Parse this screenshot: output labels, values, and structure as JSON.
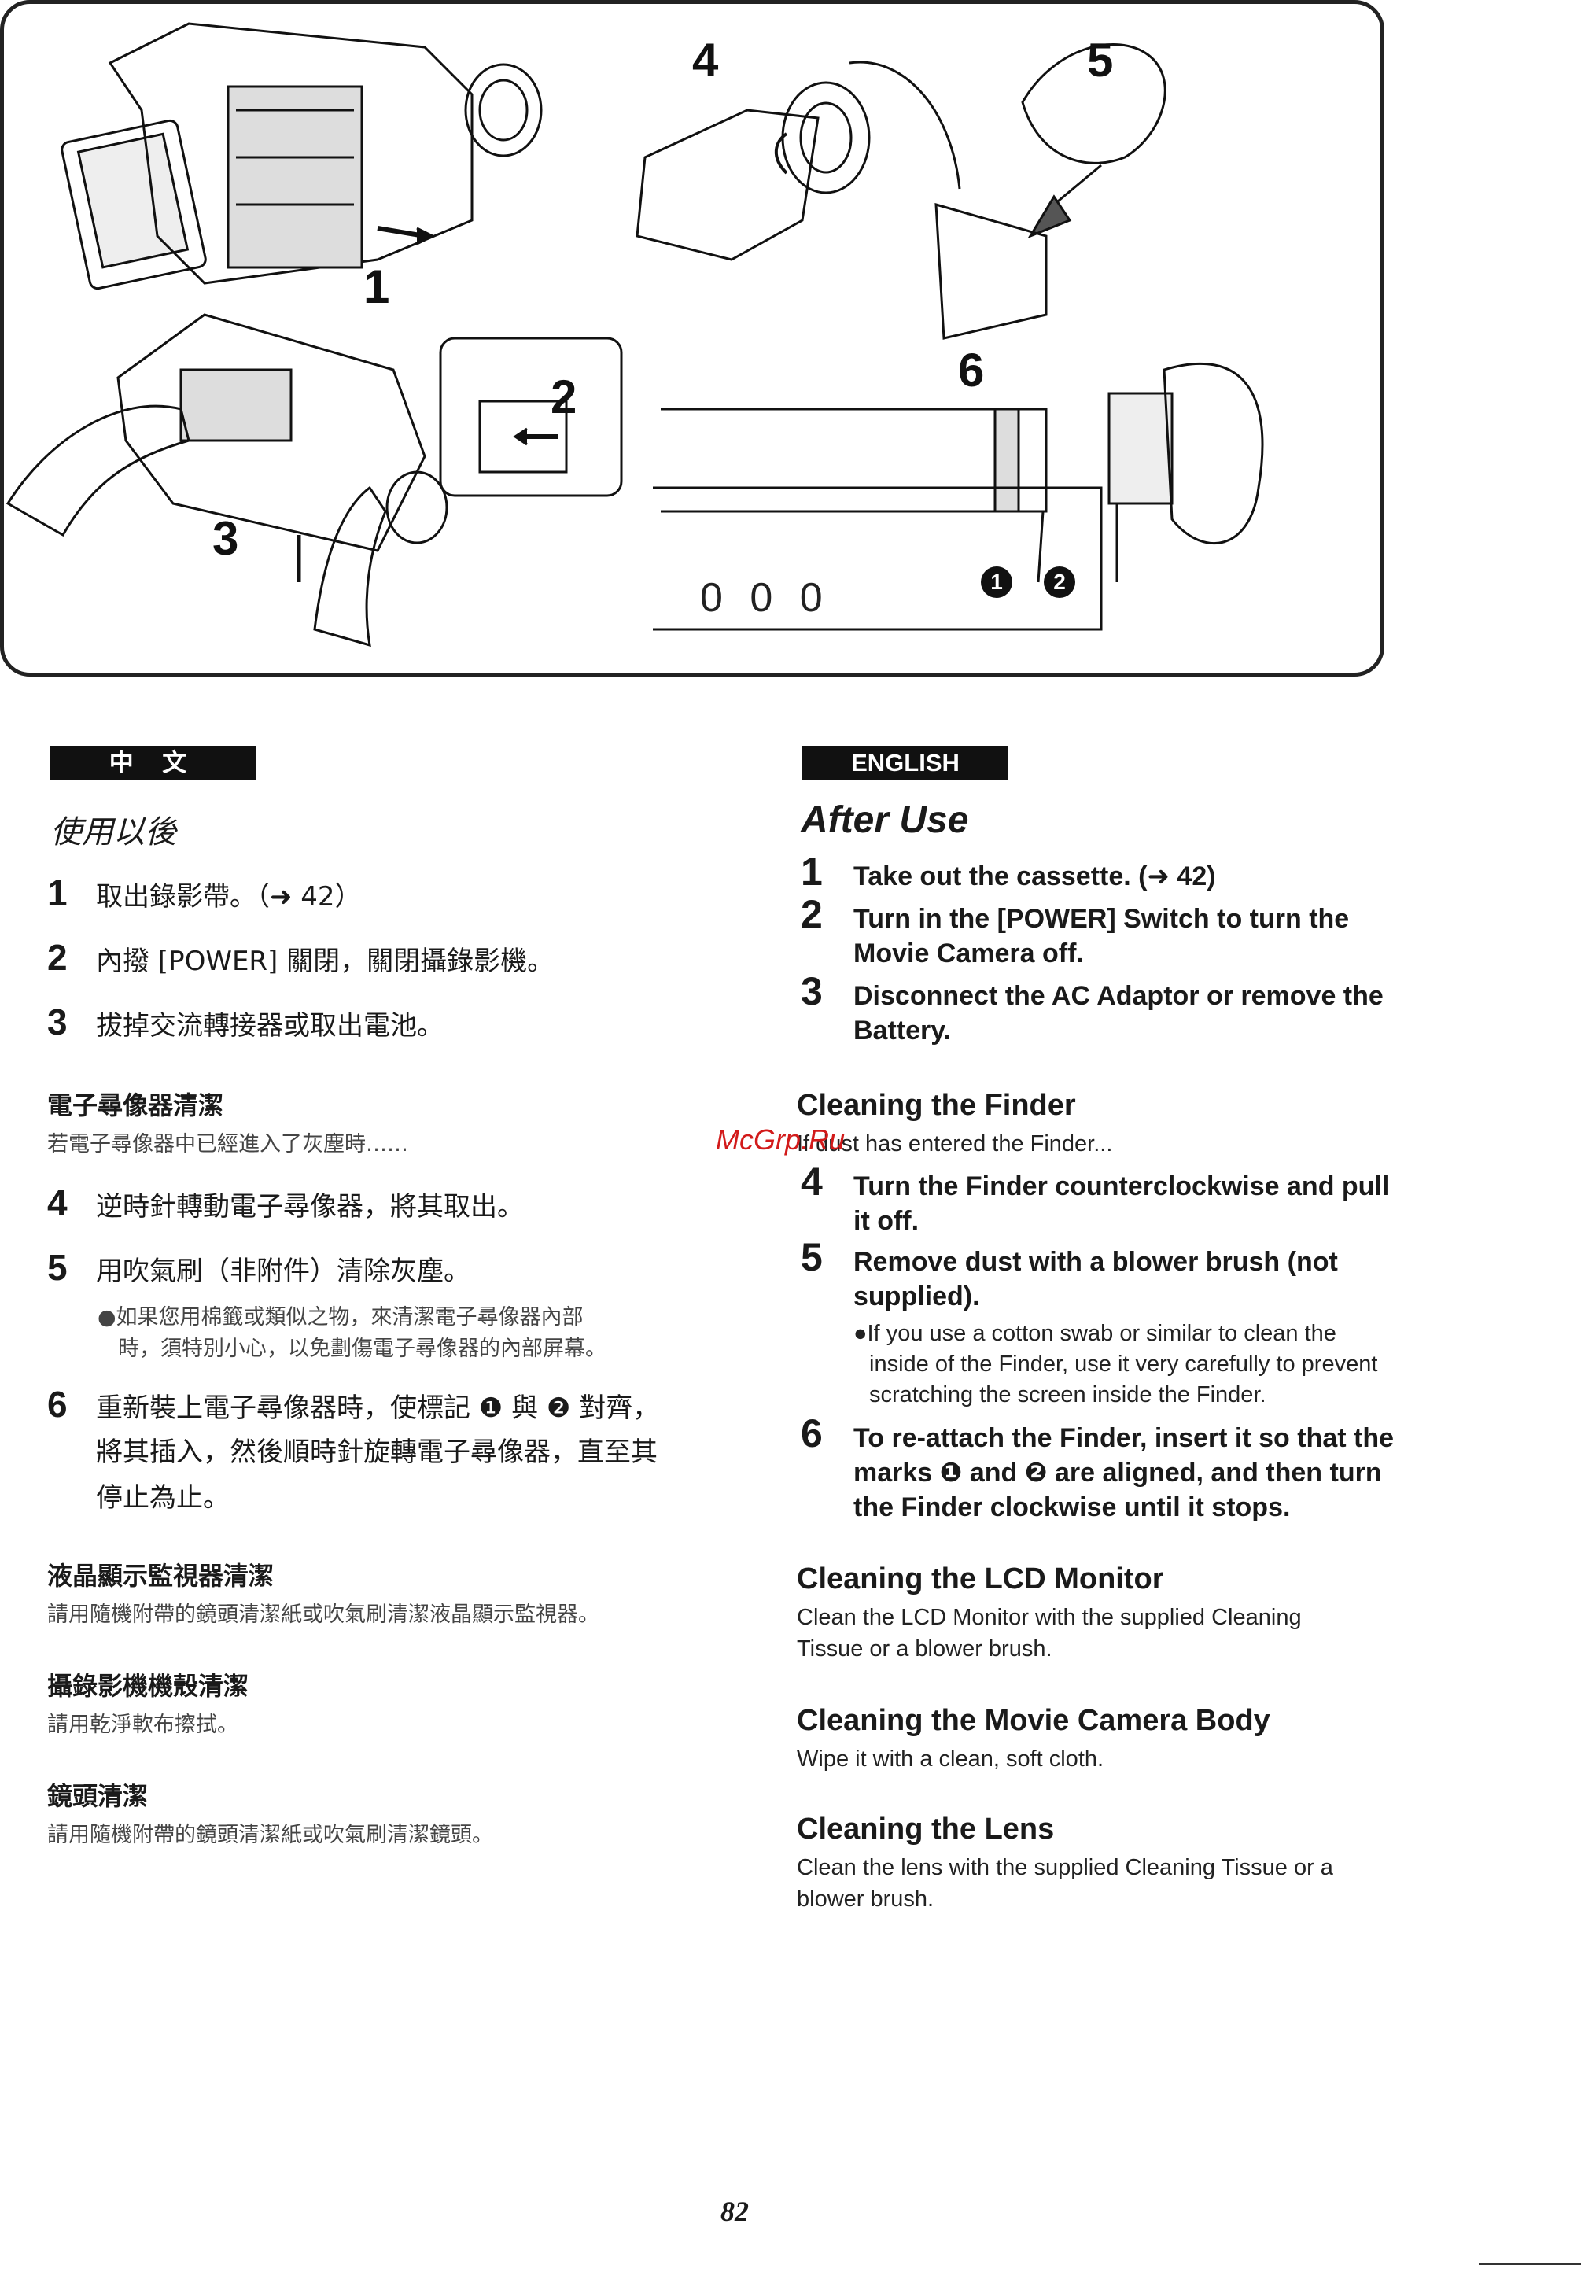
{
  "figure": {
    "step_labels": [
      "1",
      "2",
      "3",
      "4",
      "5",
      "6"
    ],
    "mark_labels": [
      "1",
      "2"
    ],
    "finder_marks_text": "0 0 0"
  },
  "chinese": {
    "lang_label": "中 文",
    "title": "使用以後",
    "steps": [
      {
        "num": "1",
        "text": "取出錄影帶。（➜ 42）"
      },
      {
        "num": "2",
        "text": "內撥 [POWER] 關閉，關閉攝錄影機。"
      },
      {
        "num": "3",
        "text": "拔掉交流轉接器或取出電池。"
      }
    ],
    "finder": {
      "heading": "電子尋像器清潔",
      "intro": "若電子尋像器中已經進入了灰塵時……",
      "steps": [
        {
          "num": "4",
          "text": "逆時針轉動電子尋像器，將其取出。"
        },
        {
          "num": "5",
          "text": "用吹氣刷（非附件）清除灰塵。"
        }
      ],
      "bullet_lines": [
        "●如果您用棉籤或類似之物，來清潔電子尋像器內部",
        "時，須特別小心，以免劃傷電子尋像器的內部屏幕。"
      ],
      "step6": {
        "num": "6",
        "lines": [
          "重新裝上電子尋像器時，使標記 ❶ 與 ❷ 對齊，",
          "將其插入，然後順時針旋轉電子尋像器，直至其",
          "停止為止。"
        ]
      }
    },
    "lcd": {
      "heading": "液晶顯示監視器清潔",
      "body": "請用隨機附帶的鏡頭清潔紙或吹氣刷清潔液晶顯示監視器。"
    },
    "body_clean": {
      "heading": "攝錄影機機殼清潔",
      "body": "請用乾淨軟布擦拭。"
    },
    "lens": {
      "heading": "鏡頭清潔",
      "body": "請用隨機附帶的鏡頭清潔紙或吹氣刷清潔鏡頭。"
    }
  },
  "english": {
    "lang_label": "ENGLISH",
    "title": "After Use",
    "steps": [
      {
        "num": "1",
        "lines": [
          "Take out the cassette. (➜ 42)"
        ]
      },
      {
        "num": "2",
        "lines": [
          "Turn in the [POWER] Switch to turn the",
          "Movie Camera off."
        ]
      },
      {
        "num": "3",
        "lines": [
          "Disconnect the AC Adaptor or remove the",
          "Battery."
        ]
      }
    ],
    "finder": {
      "heading": "Cleaning the Finder",
      "intro": "If dust has entered the Finder...",
      "steps": [
        {
          "num": "4",
          "lines": [
            "Turn the Finder counterclockwise and pull",
            "it off."
          ]
        },
        {
          "num": "5",
          "lines": [
            "Remove dust with a blower brush (not",
            "supplied)."
          ]
        }
      ],
      "bullet_lines": [
        "●If you use a cotton swab or similar to clean the",
        "inside of the Finder, use it very carefully to prevent",
        "scratching the screen inside the Finder."
      ],
      "step6": {
        "num": "6",
        "lines": [
          "To re-attach the Finder, insert it so that the",
          "marks ❶ and ❷ are aligned, and then turn",
          "the Finder clockwise until it stops."
        ]
      }
    },
    "lcd": {
      "heading": "Cleaning the LCD Monitor",
      "lines": [
        "Clean the LCD Monitor with the supplied Cleaning",
        "Tissue or a blower brush."
      ]
    },
    "body_clean": {
      "heading": "Cleaning the Movie Camera Body",
      "lines": [
        "Wipe it with a clean, soft cloth."
      ]
    },
    "lens": {
      "heading": "Cleaning the Lens",
      "lines": [
        "Clean the lens with the supplied Cleaning Tissue or a",
        "blower brush."
      ]
    }
  },
  "watermark": "McGrp.Ru",
  "page_number": "82"
}
